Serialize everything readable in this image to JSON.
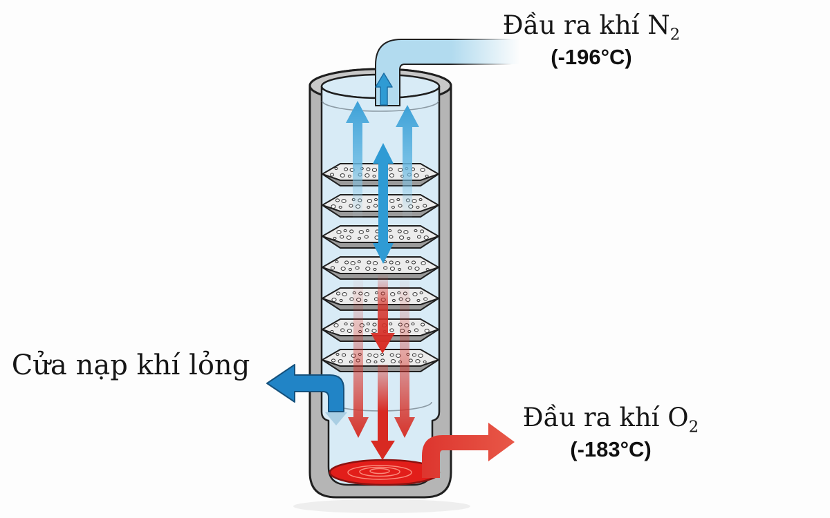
{
  "diagram": {
    "type": "air-separation-distillation-column",
    "labels": {
      "n2_out": {
        "text": "Đầu ra khí N",
        "sub": "2",
        "temp": "(-196°C)"
      },
      "feed": {
        "text": "Cửa nạp khí lỏng"
      },
      "o2_out": {
        "text": "Đầu ra khí O",
        "sub": "2",
        "temp": "(-183°C)"
      }
    },
    "column": {
      "tray_count": 7,
      "tray_hole_rows": 2,
      "tray_holes_per_row": 12
    },
    "colors": {
      "wall": "#b5b5b5",
      "wall_rim": "#c8c8c8",
      "interior": "#d8ebf6",
      "outline": "#1f1f1f",
      "n2_pipe": "#b2dbef",
      "n2_arrow": "#2f9bd4",
      "n2_arrow_light": "#4aa6d8",
      "feed_pipe": "#2184c6",
      "feed_tip": "#a9cee3",
      "o2_stream": "#d6342c",
      "o2_pipe": "#e03a30",
      "liquid_o2": "#e21e1a",
      "pool_edge": "#8c1210",
      "ripple": "#ff9d8d",
      "tray": "#ececec",
      "tray_side": "#9b9b9b",
      "text": "#161616"
    }
  }
}
